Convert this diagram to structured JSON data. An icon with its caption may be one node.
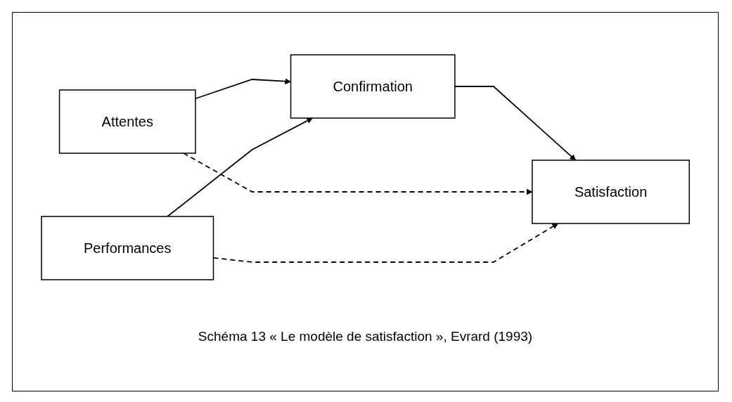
{
  "diagram": {
    "caption": "Schéma 13 « Le modèle de satisfaction », Evrard (1993)",
    "nodes": [
      {
        "text": [
          "Attentes"
        ]
      },
      {
        "text": [
          "Performances"
        ]
      },
      {
        "text": [
          "Confirmation"
        ]
      },
      {
        "text": [
          "Satisfaction"
        ]
      }
    ],
    "edges": [
      {
        "from": 0,
        "to": 2,
        "arrow": "to"
      },
      {
        "from": 1,
        "to": 2,
        "arrow": "to"
      },
      {
        "from": 2,
        "to": 3,
        "arrow": "to"
      },
      {
        "from": 0,
        "to": 3,
        "arrow": "to",
        "style": "dashed"
      },
      {
        "from": 1,
        "to": 3,
        "arrow": "to",
        "style": "dashed"
      }
    ]
  }
}
